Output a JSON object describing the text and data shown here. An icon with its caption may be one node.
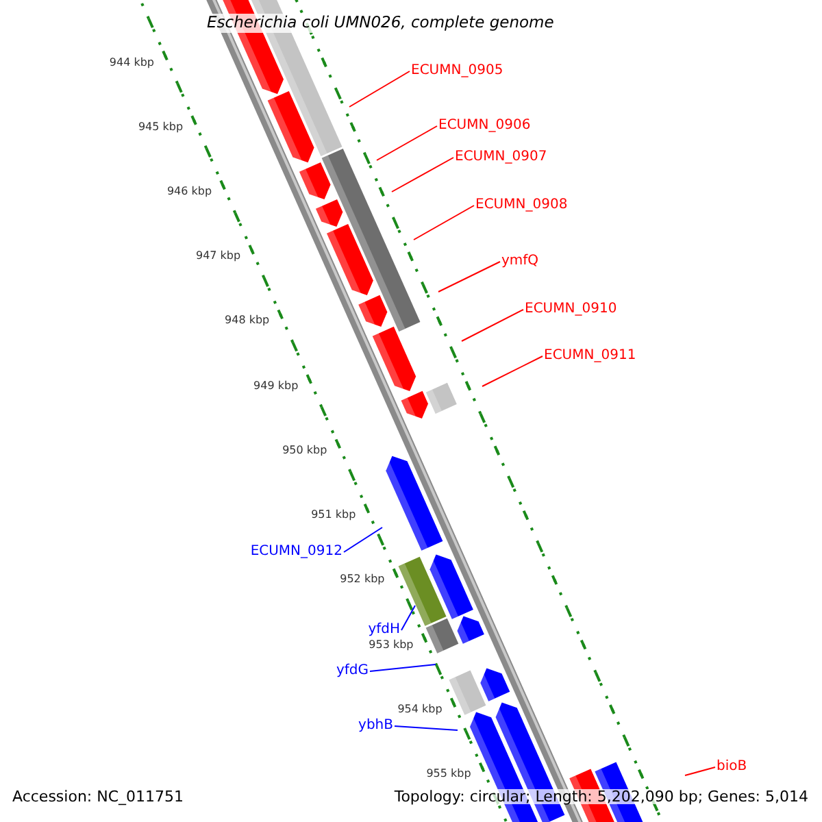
{
  "diagram": {
    "title": "Escherichia coli UMN026, complete genome",
    "nodes": [
      {
        "text": [
          "ECUMN_0905"
        ]
      },
      {
        "text": [
          "ECUMN_0906"
        ]
      },
      {
        "text": [
          "ECUMN_0907"
        ]
      },
      {
        "text": [
          "ECUMN_0908"
        ]
      },
      {
        "text": [
          "ymfQ"
        ]
      },
      {
        "text": [
          "ECUMN_0910"
        ]
      },
      {
        "text": [
          "ECUMN_0911"
        ]
      },
      {
        "text": [
          "ECUMN_0912"
        ]
      },
      {
        "text": [
          "yfdH"
        ]
      },
      {
        "text": [
          "yfdG"
        ]
      },
      {
        "text": [
          "ybhB"
        ]
      },
      {
        "text": [
          "bioB"
        ]
      }
    ],
    "edges": [
      {
        "from": 0,
        "to": null,
        "arrow": "none"
      },
      {
        "from": 1,
        "to": null,
        "arrow": "none"
      },
      {
        "from": 2,
        "to": null,
        "arrow": "none"
      },
      {
        "from": 3,
        "to": null,
        "arrow": "none"
      },
      {
        "from": 4,
        "to": null,
        "arrow": "none"
      },
      {
        "from": 5,
        "to": null,
        "arrow": "none"
      },
      {
        "from": 6,
        "to": null,
        "arrow": "none"
      },
      {
        "from": 7,
        "to": null,
        "arrow": "none",
        "color": "#0000ff"
      },
      {
        "from": 8,
        "to": null,
        "arrow": "none",
        "color": "#0000ff"
      },
      {
        "from": 9,
        "to": null,
        "arrow": "none",
        "color": "#0000ff"
      },
      {
        "from": 10,
        "to": null,
        "arrow": "none",
        "color": "#0000ff"
      },
      {
        "from": 11,
        "to": null,
        "arrow": "none"
      }
    ],
    "labels": [
      "944 kbp",
      "945 kbp",
      "946 kbp",
      "947 kbp",
      "948 kbp",
      "949 kbp",
      "950 kbp",
      "951 kbp",
      "952 kbp",
      "953 kbp",
      "954 kbp",
      "955 kbp",
      "Accession: NC_011751",
      "Topology: circular; Length: 5,202,090 bp; Genes: 5,014"
    ]
  }
}
